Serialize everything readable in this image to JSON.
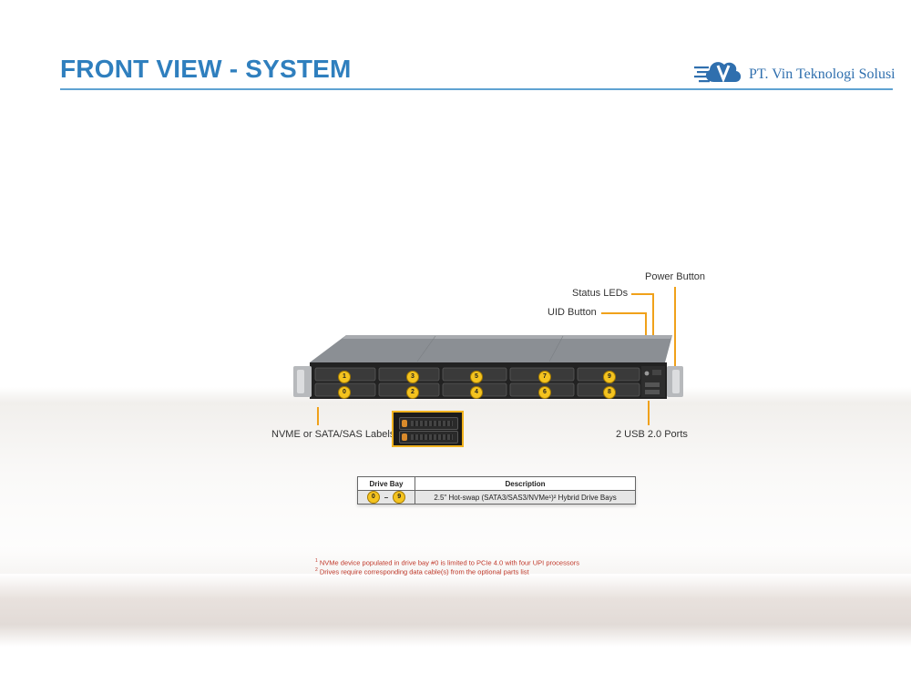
{
  "header": {
    "title": "FRONT VIEW - SYSTEM",
    "company": "PT. Vin Teknologi Solusi"
  },
  "callouts": {
    "power_button": "Power Button",
    "status_leds": "Status LEDs",
    "uid_button": "UID Button",
    "nvme_labels": "NVME or SATA/SAS Labels",
    "usb_ports": "2 USB 2.0 Ports"
  },
  "drive_bays": {
    "top_row": [
      "1",
      "3",
      "5",
      "7",
      "9"
    ],
    "bottom_row": [
      "0",
      "2",
      "4",
      "6",
      "8"
    ]
  },
  "table": {
    "headers": [
      "Drive Bay",
      "Description"
    ],
    "range_start": "0",
    "range_dash": "–",
    "range_end": "9",
    "description": "2.5\" Hot-swap (SATA3/SAS3/NVMe¹)² Hybrid Drive Bays"
  },
  "footnotes": {
    "note1_mark": "1",
    "note1_text": "NVMe device populated in drive bay #0 is limited to PCIe 4.0 with four UPI processors",
    "note2_mark": "2",
    "note2_text": "Drives require corresponding data cable(s) from the optional parts list"
  },
  "colors": {
    "title": "#2f7fbe",
    "leader": "#f0a11a",
    "badge": "#f4c31f",
    "footnote": "#c0392b"
  }
}
